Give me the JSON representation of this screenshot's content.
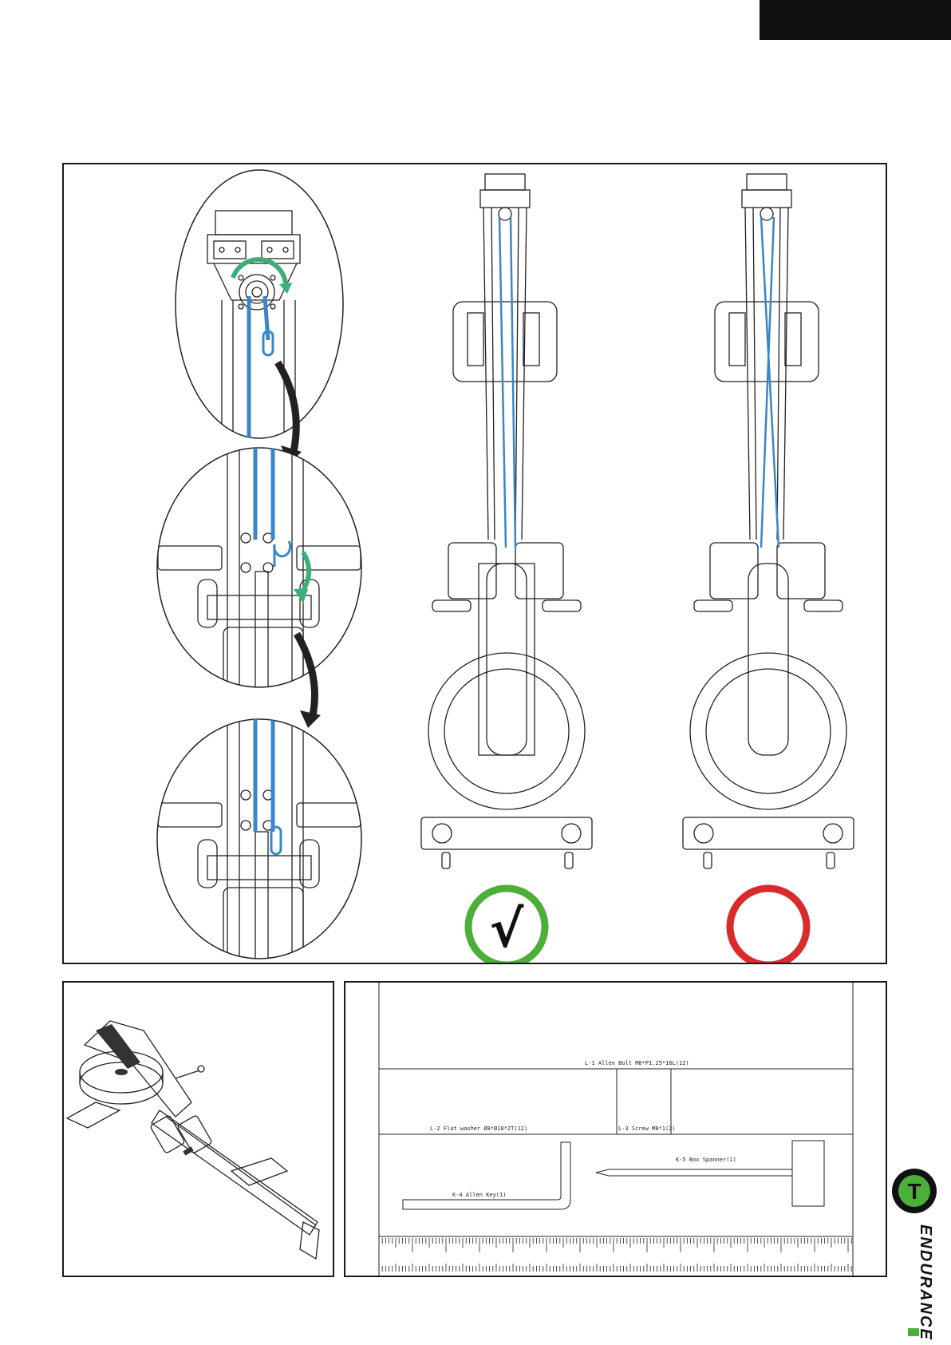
{
  "parts": {
    "l1": "L-1 Allen Bolt M8*P1.25*16L(12)",
    "l2": "L-2  Flat washer  Ø8*Ø18*2T(12)",
    "l3": "L-3 Screw M8*1(2)",
    "k4": "K-4  Allen Key(1)",
    "k5": "K-5 Box Spanner(1)"
  },
  "status": {
    "correct_mark": "√"
  },
  "brand": {
    "logo_letter": "T",
    "name": "ENDURANCE"
  },
  "colors": {
    "cable": "#3a86c8",
    "arrow_green": "#3cae78",
    "check_green": "#4caf3a",
    "wrong_red": "#d92b2b",
    "tab_black": "#111111"
  },
  "icons": {
    "correct": "check-circle-icon",
    "wrong": "red-circle-icon",
    "flow": "down-arrow-icon"
  }
}
